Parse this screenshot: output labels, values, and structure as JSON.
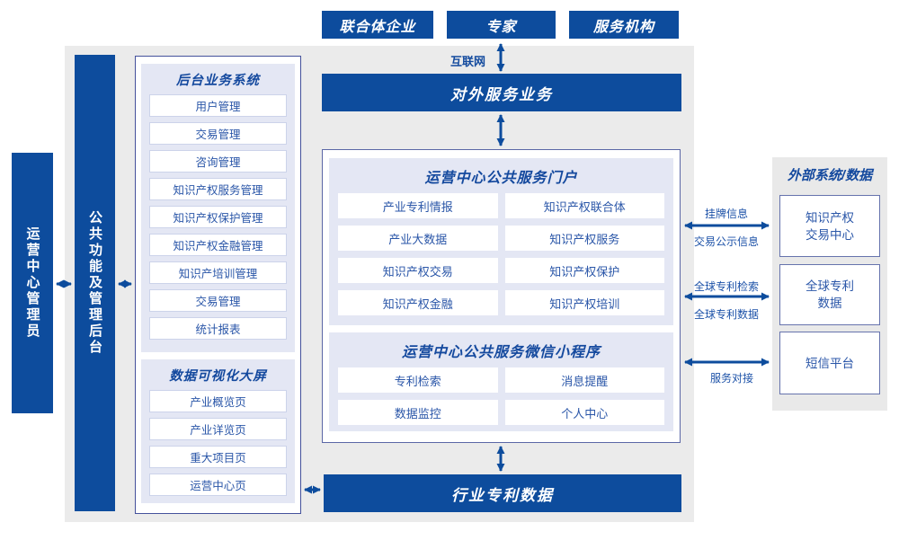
{
  "top_actors": [
    "联合体企业",
    "专家",
    "服务机构"
  ],
  "internet_label": "互联网",
  "left_rail": {
    "admin_label": "运营中心管理员",
    "backend_label": "公共功能及管理后台"
  },
  "backend_panel": {
    "title": "后台业务系统",
    "items": [
      "用户管理",
      "交易管理",
      "咨询管理",
      "知识产权服务管理",
      "知识产权保护管理",
      "知识产权金融管理",
      "知识产培训管理",
      "交易管理",
      "统计报表"
    ]
  },
  "dashboard_panel": {
    "title": "数据可视化大屏",
    "items": [
      "产业概览页",
      "产业详览页",
      "重大项目页",
      "运营中心页"
    ]
  },
  "bars": {
    "external_service": "对外服务业务",
    "industry_patent": "行业专利数据"
  },
  "portal_panel": {
    "title": "运营中心公共服务门户",
    "items": [
      "产业专利情报",
      "知识产权联合体",
      "产业大数据",
      "知识产权服务",
      "知识产权交易",
      "知识产权保护",
      "知识产权金融",
      "知识产权培训"
    ]
  },
  "miniprogram_panel": {
    "title": "运营中心公共服务微信小程序",
    "items": [
      "专利检索",
      "消息提醒",
      "数据监控",
      "个人中心"
    ]
  },
  "external_panel": {
    "title": "外部系统/数据",
    "boxes": [
      {
        "line1": "知识产权",
        "line2": "交易中心"
      },
      {
        "line1": "全球专利",
        "line2": "数据"
      },
      {
        "line1": "短信平台",
        "line2": ""
      }
    ]
  },
  "link_labels": {
    "listing_info": "挂牌信息",
    "trade_publicity": "交易公示信息",
    "global_patent_search": "全球专利检索",
    "global_patent_data": "全球专利数据",
    "service_connect": "服务对接"
  },
  "colors": {
    "primary_blue": "#0d4c9d",
    "text_blue": "#2a56a8",
    "panel_lavender": "#e4e7f4",
    "background_gray": "#ebebeb"
  }
}
